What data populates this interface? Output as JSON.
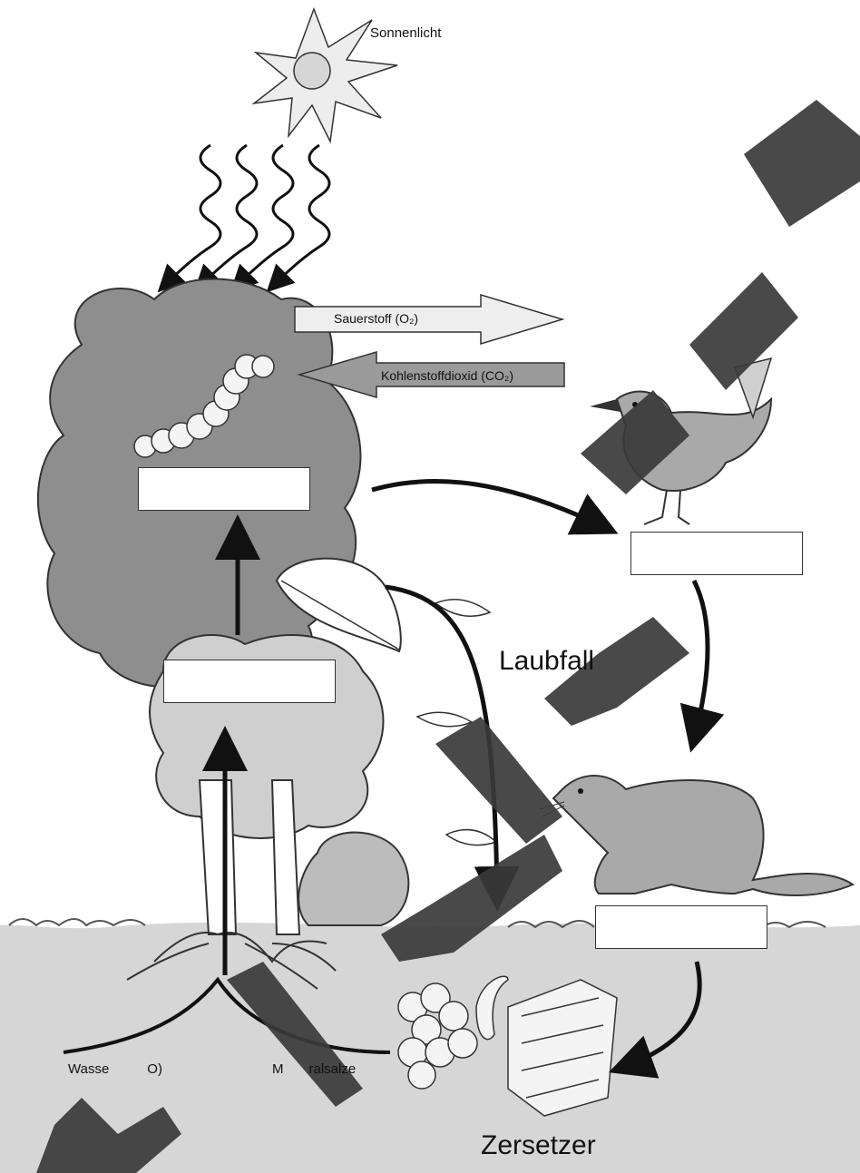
{
  "labels": {
    "sunlight": "Sonnenlicht",
    "oxygen": "Sauerstoff (O₂)",
    "co2": "Kohlenstoffdioxid (CO₂)",
    "leaf_fall": "Laubfall",
    "water": "Wasse",
    "water_suffix": "O)",
    "minerals": "M",
    "minerals_suffix": "ralsalze",
    "decomposers": "Zersetzer"
  },
  "colors": {
    "soil": "#d6d6d6",
    "tree_dark": "#8e8e8e",
    "tree_light": "#cfcfcf",
    "animal": "#a9a9a9",
    "watermark": "#3a3a3a",
    "arrow": "#111111",
    "oxygen_arrow": "#eeeeee",
    "co2_arrow": "#9a9a9a"
  },
  "answer_boxes": [
    "",
    "",
    "",
    ""
  ],
  "watermark_text": "TRANSCI"
}
